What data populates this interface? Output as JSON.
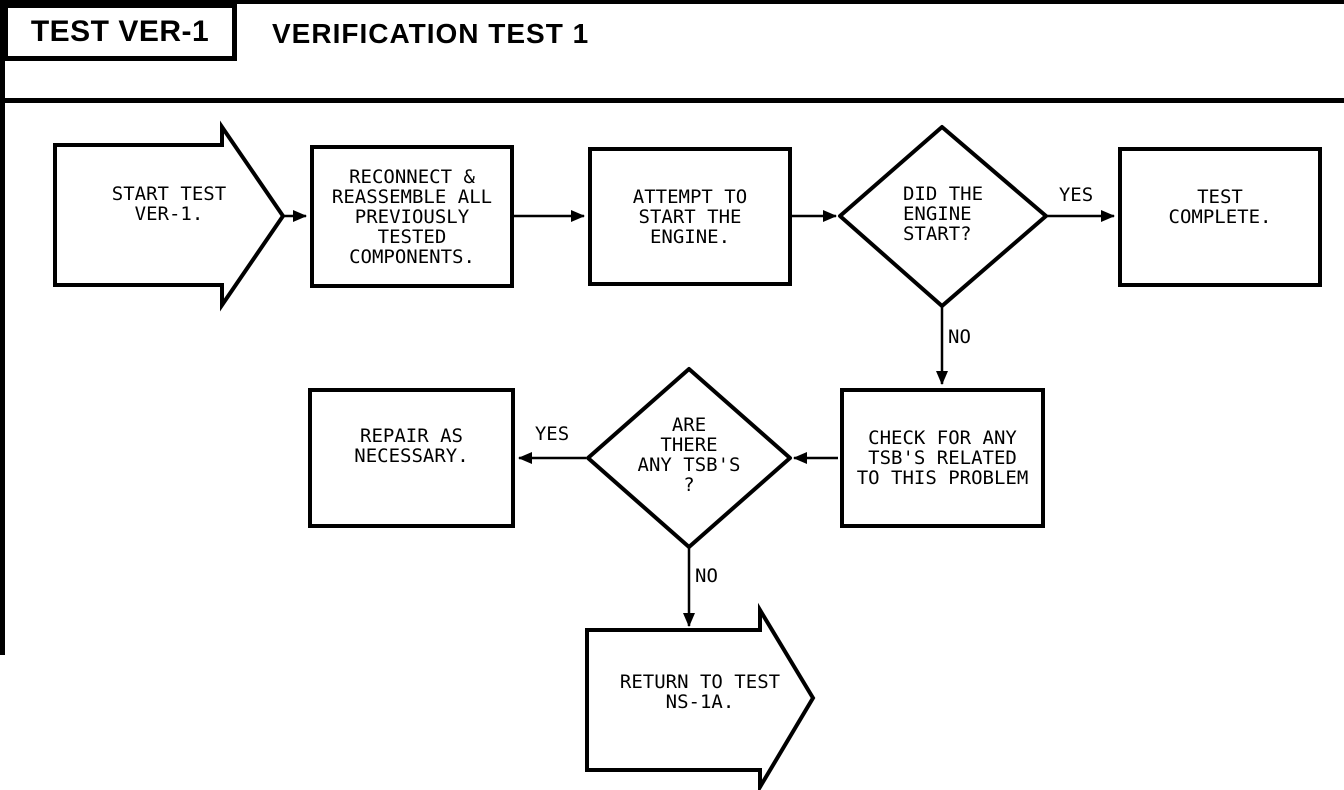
{
  "header": {
    "code": "TEST VER-1",
    "title": "VERIFICATION TEST 1"
  },
  "flowchart": {
    "nodes": {
      "start": {
        "type": "block-arrow-terminal",
        "text": "START TEST\nVER-1."
      },
      "reconnect": {
        "type": "process",
        "text": "RECONNECT &\nREASSEMBLE ALL\nPREVIOUSLY\nTESTED\nCOMPONENTS."
      },
      "attempt": {
        "type": "process",
        "text": "ATTEMPT TO\nSTART THE\nENGINE."
      },
      "engine_start": {
        "type": "decision",
        "text": "DID THE\nENGINE\nSTART?"
      },
      "test_complete": {
        "type": "process",
        "text": "TEST\nCOMPLETE."
      },
      "check_tsb": {
        "type": "process",
        "text": "CHECK FOR ANY\nTSB'S RELATED\nTO THIS PROBLEM"
      },
      "any_tsb": {
        "type": "decision",
        "text": "ARE\nTHERE\nANY TSB'S\n?"
      },
      "repair": {
        "type": "process",
        "text": "REPAIR AS\nNECESSARY."
      },
      "return_test": {
        "type": "block-arrow-terminal",
        "text": "RETURN TO TEST\nNS-1A."
      }
    },
    "labels": {
      "engine_start_yes": "YES",
      "engine_start_no": "NO",
      "any_tsb_yes": "YES",
      "any_tsb_no": "NO"
    },
    "colors": {
      "line": "#000000",
      "background": "#ffffff"
    }
  }
}
